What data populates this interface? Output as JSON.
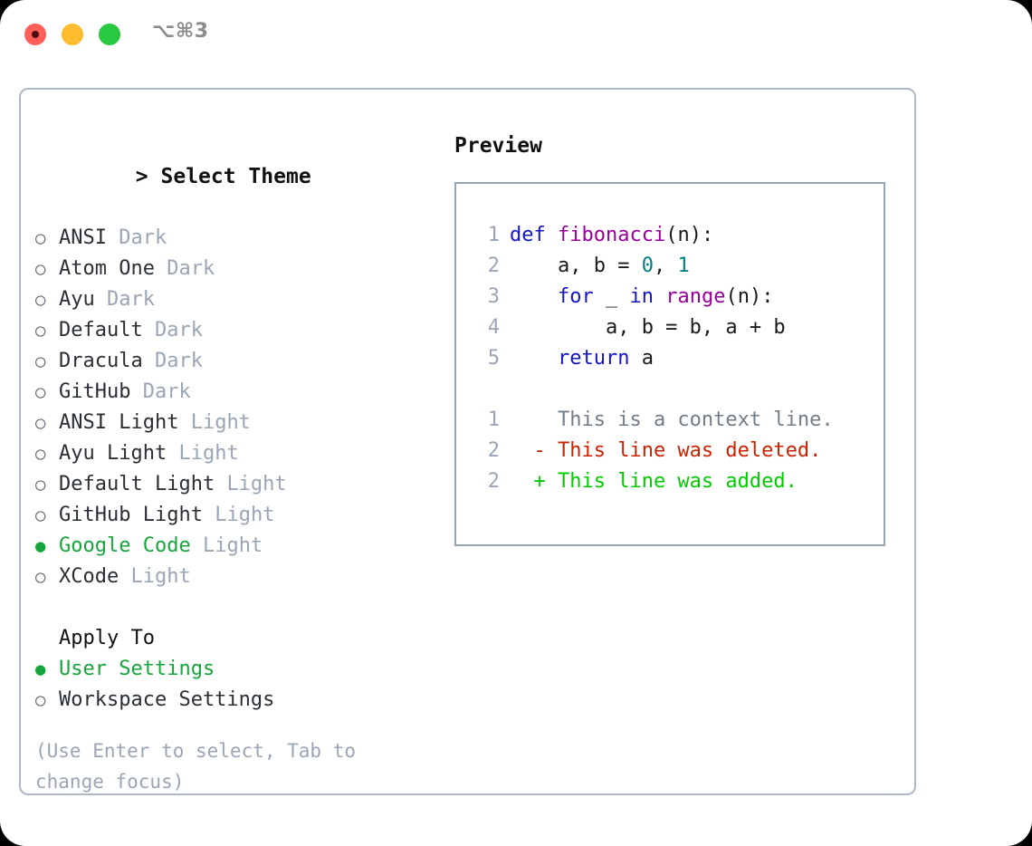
{
  "window": {
    "shortcut_label": "⌥⌘3",
    "traffic_lights": [
      {
        "name": "close",
        "color": "#ff5f57"
      },
      {
        "name": "minimize",
        "color": "#febc2e"
      },
      {
        "name": "zoom",
        "color": "#28c840"
      }
    ]
  },
  "colors": {
    "selected_green": "#16a63c",
    "muted_suffix": "#9aa5b5",
    "panel_border": "#aeb7c4",
    "code_border": "#97a2b3",
    "diff_added": "#00cc00",
    "diff_deleted": "#cc2200",
    "diff_context": "#737d88",
    "syntax_keyword": "#1414c8",
    "syntax_function": "#990099",
    "syntax_number": "#008080"
  },
  "theme_picker": {
    "title": "Select Theme",
    "caret": ">",
    "marker_selected": "●",
    "marker_unselected": "○",
    "items": [
      {
        "label": "ANSI",
        "suffix": "Dark",
        "selected": false
      },
      {
        "label": "Atom One",
        "suffix": "Dark",
        "selected": false
      },
      {
        "label": "Ayu",
        "suffix": "Dark",
        "selected": false
      },
      {
        "label": "Default",
        "suffix": "Dark",
        "selected": false
      },
      {
        "label": "Dracula",
        "suffix": "Dark",
        "selected": false
      },
      {
        "label": "GitHub",
        "suffix": "Dark",
        "selected": false
      },
      {
        "label": "ANSI Light",
        "suffix": "Light",
        "selected": false
      },
      {
        "label": "Ayu Light",
        "suffix": "Light",
        "selected": false
      },
      {
        "label": "Default Light",
        "suffix": "Light",
        "selected": false
      },
      {
        "label": "GitHub Light",
        "suffix": "Light",
        "selected": false
      },
      {
        "label": "Google Code",
        "suffix": "Light",
        "selected": true
      },
      {
        "label": "XCode",
        "suffix": "Light",
        "selected": false
      }
    ]
  },
  "apply_to": {
    "header": "Apply To",
    "items": [
      {
        "label": "User Settings",
        "selected": true
      },
      {
        "label": "Workspace Settings",
        "selected": false
      }
    ]
  },
  "hint": "(Use Enter to select, Tab to change focus)",
  "preview": {
    "title": "Preview",
    "code_lines": [
      {
        "no": "1",
        "tokens": [
          {
            "t": "def ",
            "c": "kw"
          },
          {
            "t": "fibonacci",
            "c": "fn"
          },
          {
            "t": "(n):",
            "c": "plain"
          }
        ]
      },
      {
        "no": "2",
        "tokens": [
          {
            "t": "    a, b = ",
            "c": "plain"
          },
          {
            "t": "0",
            "c": "num"
          },
          {
            "t": ", ",
            "c": "plain"
          },
          {
            "t": "1",
            "c": "num"
          }
        ]
      },
      {
        "no": "3",
        "tokens": [
          {
            "t": "    ",
            "c": "plain"
          },
          {
            "t": "for",
            "c": "kw"
          },
          {
            "t": " _ ",
            "c": "plain"
          },
          {
            "t": "in",
            "c": "kw"
          },
          {
            "t": " ",
            "c": "plain"
          },
          {
            "t": "range",
            "c": "fn"
          },
          {
            "t": "(n):",
            "c": "plain"
          }
        ]
      },
      {
        "no": "4",
        "tokens": [
          {
            "t": "        a, b = b, a + b",
            "c": "plain"
          }
        ]
      },
      {
        "no": "5",
        "tokens": [
          {
            "t": "    ",
            "c": "plain"
          },
          {
            "t": "return",
            "c": "kw"
          },
          {
            "t": " a",
            "c": "plain"
          }
        ]
      }
    ],
    "diff_lines": [
      {
        "no": "1",
        "sign": " ",
        "text": " This is a context line.",
        "kind": "ctx"
      },
      {
        "no": "2",
        "sign": "-",
        "text": " This line was deleted.",
        "kind": "del"
      },
      {
        "no": "2",
        "sign": "+",
        "text": " This line was added.",
        "kind": "add"
      }
    ]
  }
}
